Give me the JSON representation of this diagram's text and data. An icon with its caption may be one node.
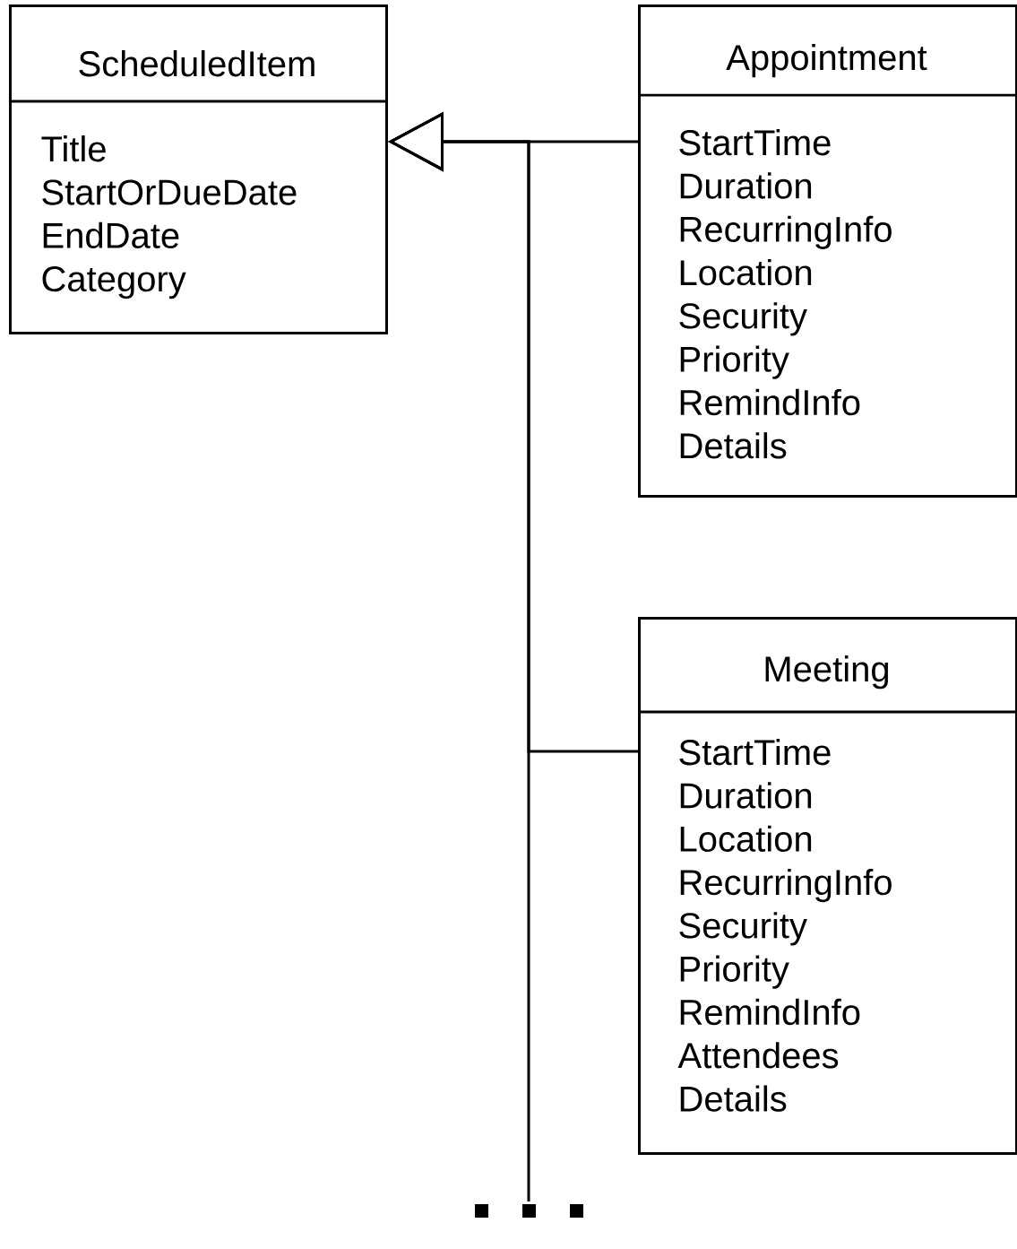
{
  "diagram": {
    "nodes": [
      {
        "text": [
          "ScheduledItem",
          "Title",
          "StartOrDueDate",
          "EndDate",
          "Category"
        ]
      },
      {
        "text": [
          "Appointment",
          "StartTime",
          "Duration",
          "RecurringInfo",
          "Location",
          "Security",
          "Priority",
          "RemindInfo",
          "Details"
        ]
      },
      {
        "text": [
          "Meeting",
          "StartTime",
          "Duration",
          "Location",
          "RecurringInfo",
          "Security",
          "Priority",
          "RemindInfo",
          "Attendees",
          "Details"
        ]
      }
    ],
    "edges": [
      {
        "from": 1,
        "to": 0,
        "arrow": "to"
      },
      {
        "from": 2,
        "to": 0,
        "arrow": "to"
      },
      {
        "from": null,
        "to": 0,
        "arrow": "to"
      }
    ]
  }
}
